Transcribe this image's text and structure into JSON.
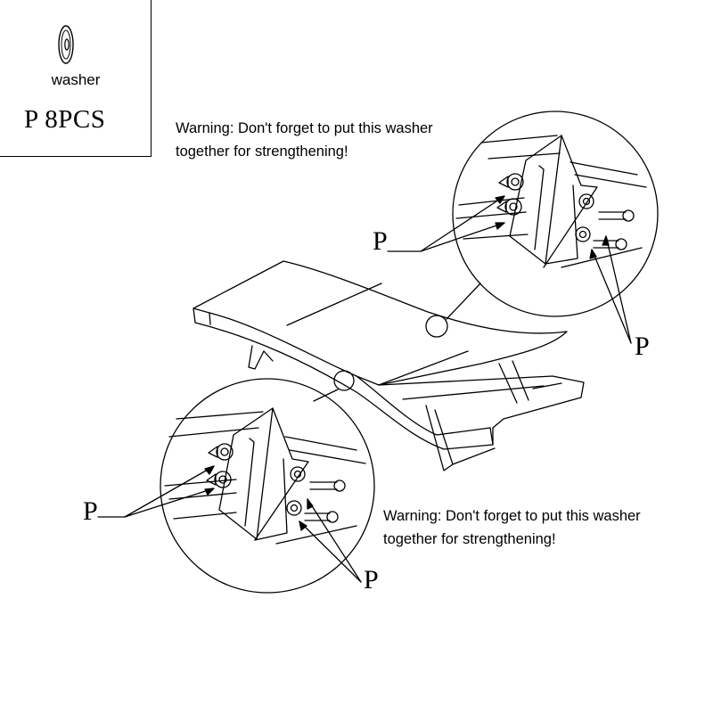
{
  "parts": {
    "name": "washer",
    "quantity_label": "P  8PCS",
    "icon": "washer-icon"
  },
  "warnings": {
    "top": {
      "line1": "Warning: Don't forget to put this washer",
      "line2": "together for strengthening!"
    },
    "bottom": {
      "line1": "Warning: Don't forget to put this washer",
      "line2": "together for strengthening!"
    }
  },
  "callouts": {
    "top_left": "P",
    "top_right": "P",
    "bottom_left": "P",
    "bottom_right": "P"
  },
  "colors": {
    "line": "#000000",
    "background": "#ffffff"
  }
}
